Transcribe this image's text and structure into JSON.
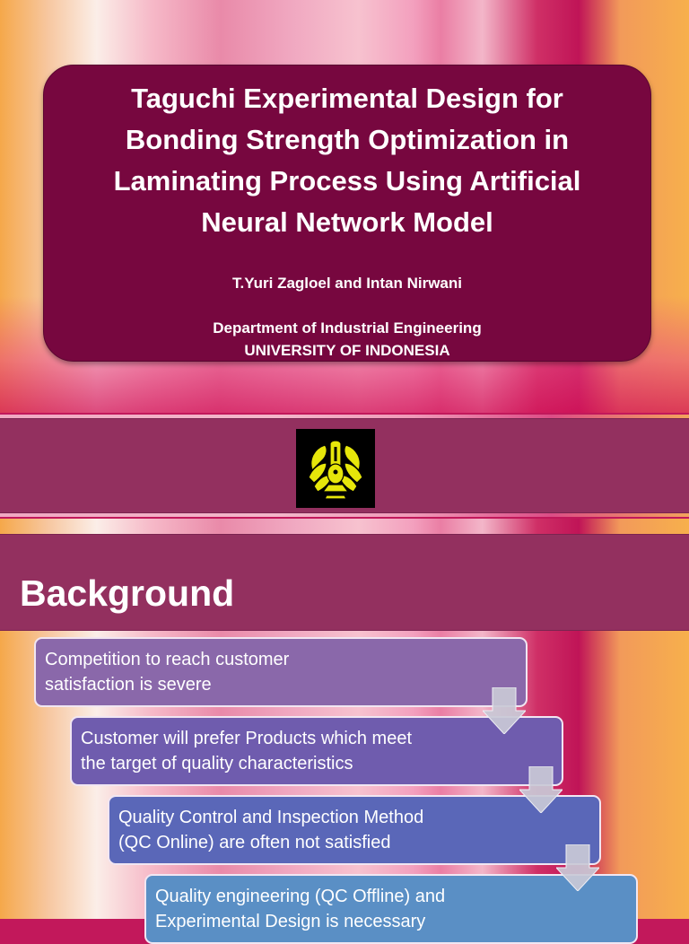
{
  "slide1": {
    "title": "Taguchi Experimental Design for Bonding Strength Optimization in Laminating Process Using Artificial Neural Network Model",
    "authors": "T.Yuri Zagloel and Intan Nirwani",
    "department": "Department of Industrial Engineering",
    "university": "UNIVERSITY OF INDONESIA"
  },
  "slide2": {
    "logo_icon": "university-seal-icon",
    "colors": {
      "logo_bg": "#000000",
      "logo_fg": "#e6e60a"
    }
  },
  "slide3": {
    "heading": "Background",
    "steps": [
      {
        "line1": "Competition to reach customer",
        "line2": "satisfaction is severe"
      },
      {
        "line1": "Customer will prefer Products which meet",
        "line2": "the target of quality characteristics"
      },
      {
        "line1": "Quality Control and Inspection Method",
        "line2": "(QC Online)  are often not satisfied"
      },
      {
        "line1": "Quality engineering (QC Offline) and",
        "line2": "Experimental Design  is necessary"
      }
    ]
  },
  "colors": {
    "title_box": "#77073f",
    "band": "#93305f",
    "step1": "#8a68aa",
    "step2": "#6f5cae",
    "step3": "#5a67b8",
    "step4": "#5a8fc5"
  }
}
